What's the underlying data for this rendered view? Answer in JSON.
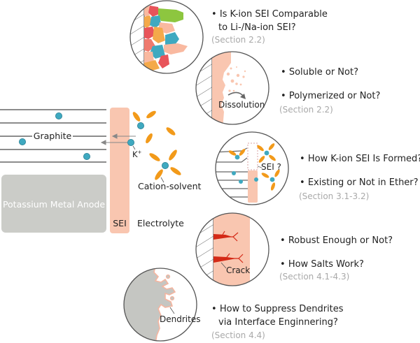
{
  "diagram": {
    "title": "Potassium metal anode / SEI / electrolyte interface questions",
    "colors": {
      "sei": "#f9c6b0",
      "anode": "#cbccc8",
      "ion": "#3fa9c0",
      "solvent": "#f29a1a",
      "crack": "#d42a17",
      "outline": "#555555",
      "section_text": "#a9a9a9",
      "graphite_line": "#666666"
    },
    "left_panel": {
      "graphite_label": "Graphite",
      "anode_label": "Potassium Metal Anode",
      "sei_label": "SEI",
      "electrolyte_label": "Electrolyte",
      "k_ion_label": "K",
      "k_ion_superscript": "+",
      "cation_solvent_label": "Cation-solvent"
    },
    "panels": [
      {
        "id": "composition",
        "questions": [
          "Is K-ion SEI Comparable",
          "to Li-/Na-ion SEI?"
        ],
        "section": "(Section 2.2)",
        "inset_label": "",
        "mosaic_colors": [
          "#e8545a",
          "#8dc63f",
          "#f4a94a",
          "#3fa9c0",
          "#f9b9a0",
          "#ef7a6e"
        ]
      },
      {
        "id": "dissolution",
        "questions": [
          "Soluble or Not?",
          "Polymerized or Not?"
        ],
        "section": "(Section 2.2)",
        "inset_label": "Dissolution"
      },
      {
        "id": "formation",
        "questions": [
          "How K-ion SEI Is Formed?",
          "Existing or Not in Ether?"
        ],
        "section": "(Section 3.1-3.2)",
        "inset_label": "SEI ?"
      },
      {
        "id": "robustness",
        "questions": [
          "Robust Enough or Not?",
          "How Salts Work?"
        ],
        "section": "(Section 4.1-4.3)",
        "inset_label": "Crack"
      },
      {
        "id": "dendrites",
        "questions": [
          "How to Suppress Dendrites",
          "via Interface Enginnering?"
        ],
        "section": "(Section 4.4)",
        "inset_label": "Dendrites"
      }
    ]
  }
}
